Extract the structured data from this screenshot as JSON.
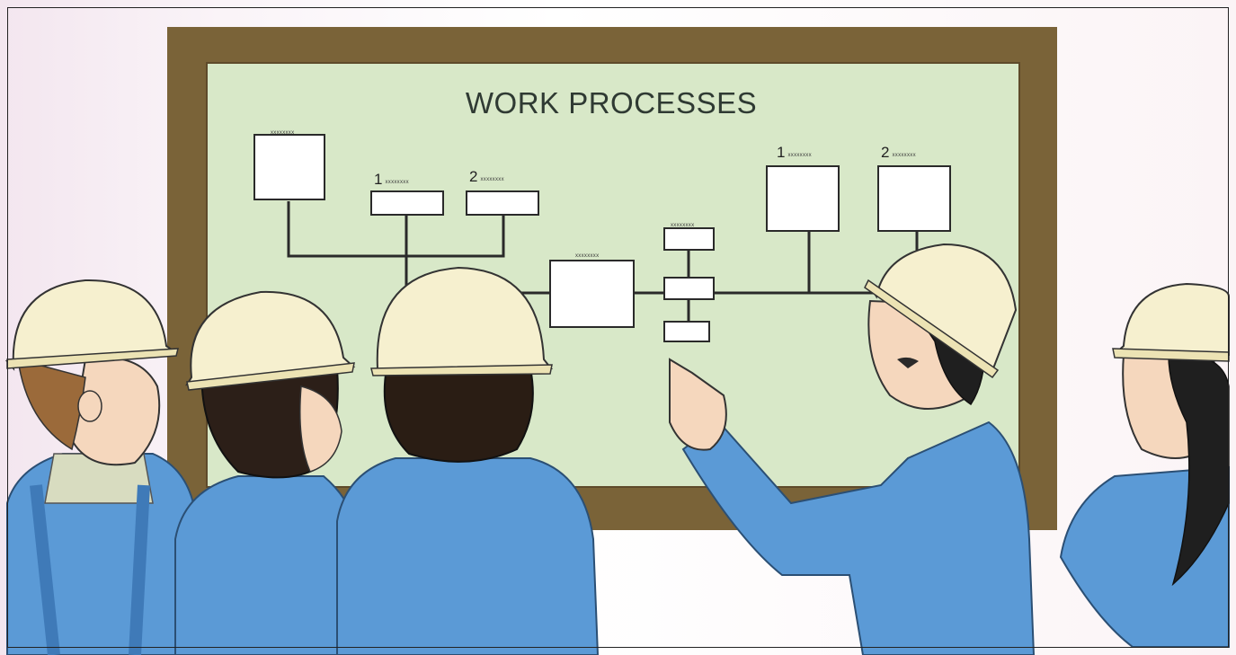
{
  "board": {
    "title": "WORK PROCESSES",
    "frame_color": "#7a6338",
    "board_color": "#d8e8c8"
  },
  "diagram": {
    "box_labels": [
      {
        "num": "",
        "text": "xxxxxxxx"
      },
      {
        "num": "1",
        "text": "xxxxxxxx"
      },
      {
        "num": "2",
        "text": "xxxxxxxx"
      },
      {
        "num": "",
        "text": "xxxxxxxx"
      },
      {
        "num": "",
        "text": "xxxxxxxx"
      },
      {
        "num": "1",
        "text": "xxxxxxxx"
      },
      {
        "num": "2",
        "text": "xxxxxxxx"
      }
    ]
  },
  "colors": {
    "helmet": "#f6f0cf",
    "uniform": "#5b9ad6",
    "uniform_dark": "#3f7ab8"
  }
}
